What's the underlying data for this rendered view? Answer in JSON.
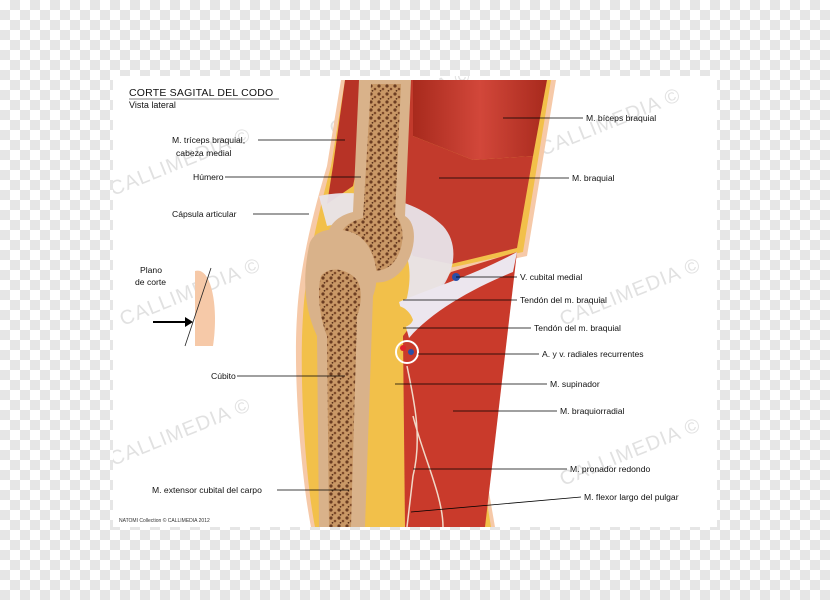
{
  "title": "CORTE SAGITAL DEL CODO",
  "subtitle": "Vista lateral",
  "credit": "NATOMI Collection © CALLIMEDIA 2012",
  "watermark": "CALLIMEDIA ©",
  "inset": {
    "label_line1": "Plano",
    "label_line2": "de corte"
  },
  "labels_left": {
    "triceps_line1": "M. tríceps braquial,",
    "triceps_line2": "cabeza medial",
    "humero": "Húmero",
    "capsula": "Cápsula articular",
    "cubito": "Cúbito",
    "extensor": "M. extensor cubital del carpo"
  },
  "labels_right": {
    "biceps": "M. bíceps braquial",
    "braquial": "M. braquial",
    "v_cubital": "V. cubital medial",
    "tendon1": "Tendón del m. braquial",
    "tendon2": "Tendón del m. braquial",
    "radiales": "A. y v. radiales recurrentes",
    "supinador": "M. supinador",
    "braquiorradial": "M. braquiorradial",
    "pronador": "M. pronador redondo",
    "flexor": "M. flexor largo del pulgar"
  },
  "colors": {
    "muscle": "#c93a2b",
    "muscle_dark": "#9e2419",
    "bone_cortex": "#d9b28a",
    "bone_marrow": "#7a4a2c",
    "fat": "#f2c04a",
    "skin": "#f6c9a8",
    "tendon": "#e8e4ea"
  }
}
